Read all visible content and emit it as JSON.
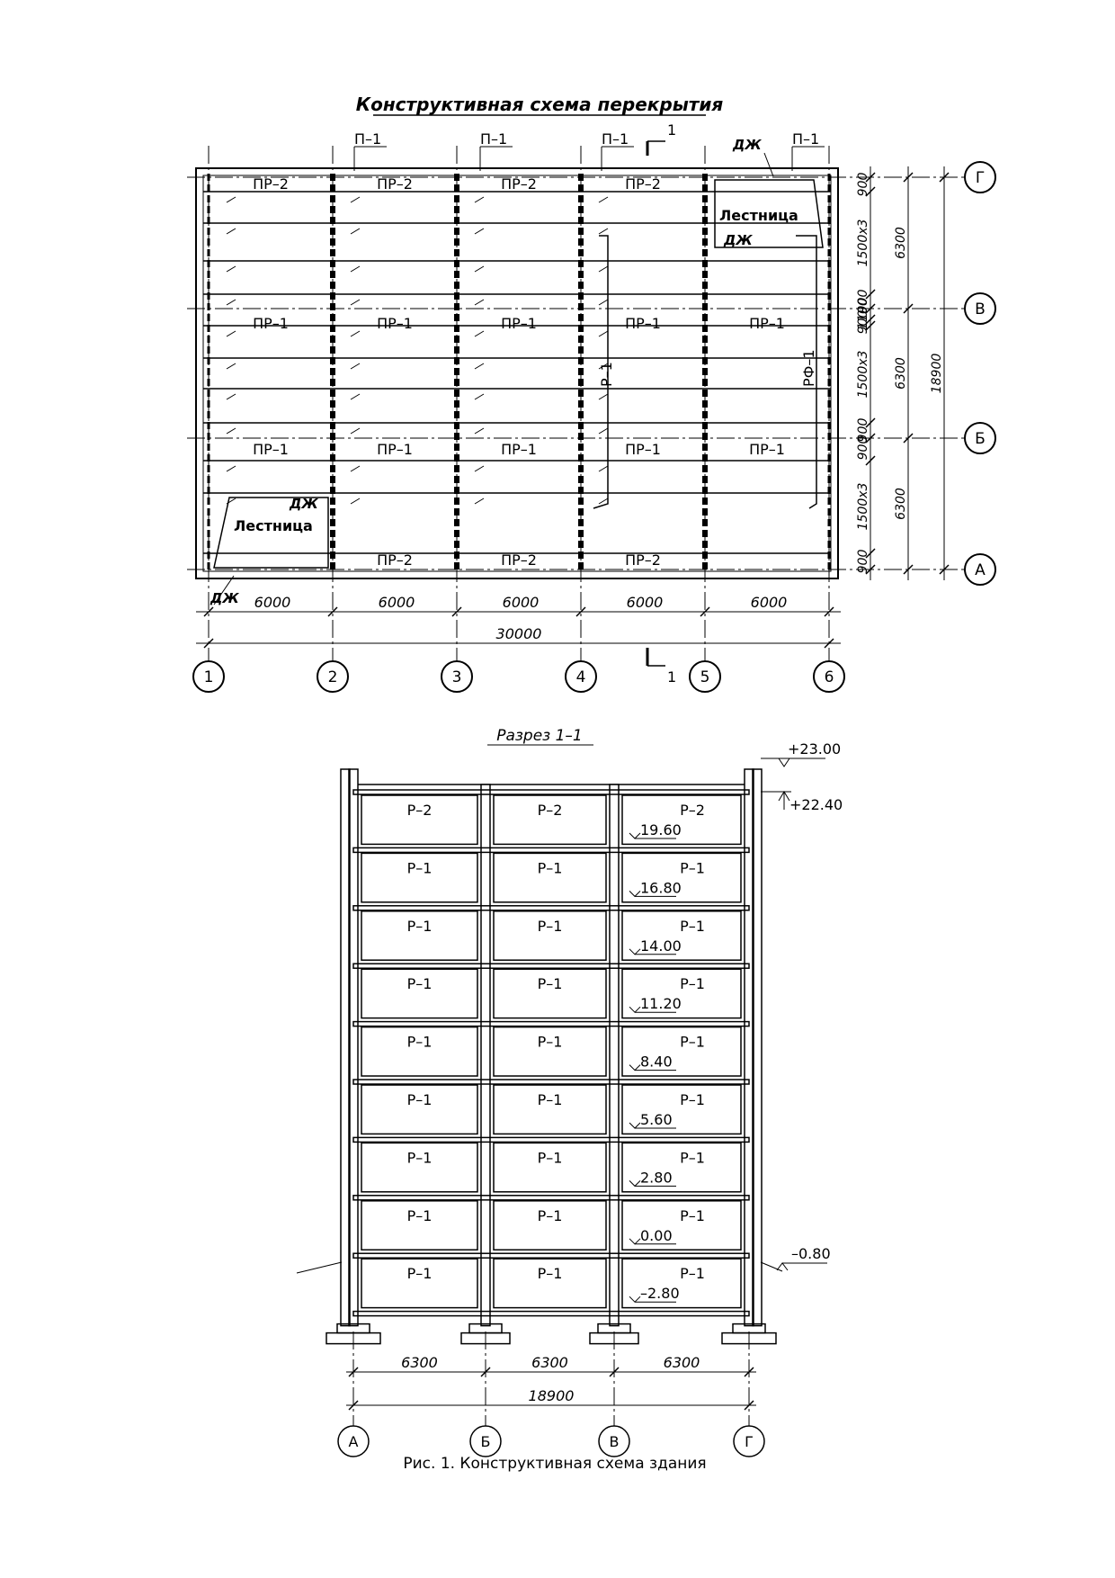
{
  "plan": {
    "title": "Конструктивная схема перекрытия",
    "axes_horizontal": [
      "1",
      "2",
      "3",
      "4",
      "5",
      "6"
    ],
    "axes_vertical": [
      "А",
      "Б",
      "В",
      "Г"
    ],
    "frame_labels": [
      "П–1",
      "П–1",
      "П–1",
      "П–1"
    ],
    "section_mark": "1",
    "labels": {
      "pr1": "ПР–1",
      "pr2": "ПР–2",
      "stair": "Лестница",
      "dzh": "ДЖ",
      "r1": "Р–1",
      "rf1": "РФ–1"
    },
    "bay_spans": [
      "6000",
      "6000",
      "6000",
      "6000",
      "6000"
    ],
    "total_length": "30000",
    "right_dims_inner": [
      "900",
      "1500х3",
      "900",
      "1100",
      "900",
      "1500х3",
      "900",
      "900",
      "1500х3",
      "900"
    ],
    "right_dims_outer": [
      "6300",
      "6300",
      "6300"
    ],
    "total_width": "18900"
  },
  "section": {
    "title": "Разрез 1–1",
    "levels_top": [
      "+23.00",
      "+22.40"
    ],
    "level_ground": "–0.80",
    "floor_levels": [
      "19.60",
      "16.80",
      "14.00",
      "11.20",
      "8.40",
      "5.60",
      "2.80",
      "0.00",
      "–2.80"
    ],
    "floor_labels": [
      "Р–2",
      "Р–1",
      "Р–1",
      "Р–1",
      "Р–1",
      "Р–1",
      "Р–1",
      "Р–1",
      "Р–1"
    ],
    "spans": [
      "6300",
      "6300",
      "6300"
    ],
    "total": "18900",
    "axes": [
      "А",
      "Б",
      "В",
      "Г"
    ]
  },
  "caption": "Рис. 1. Конструктивная схема здания"
}
